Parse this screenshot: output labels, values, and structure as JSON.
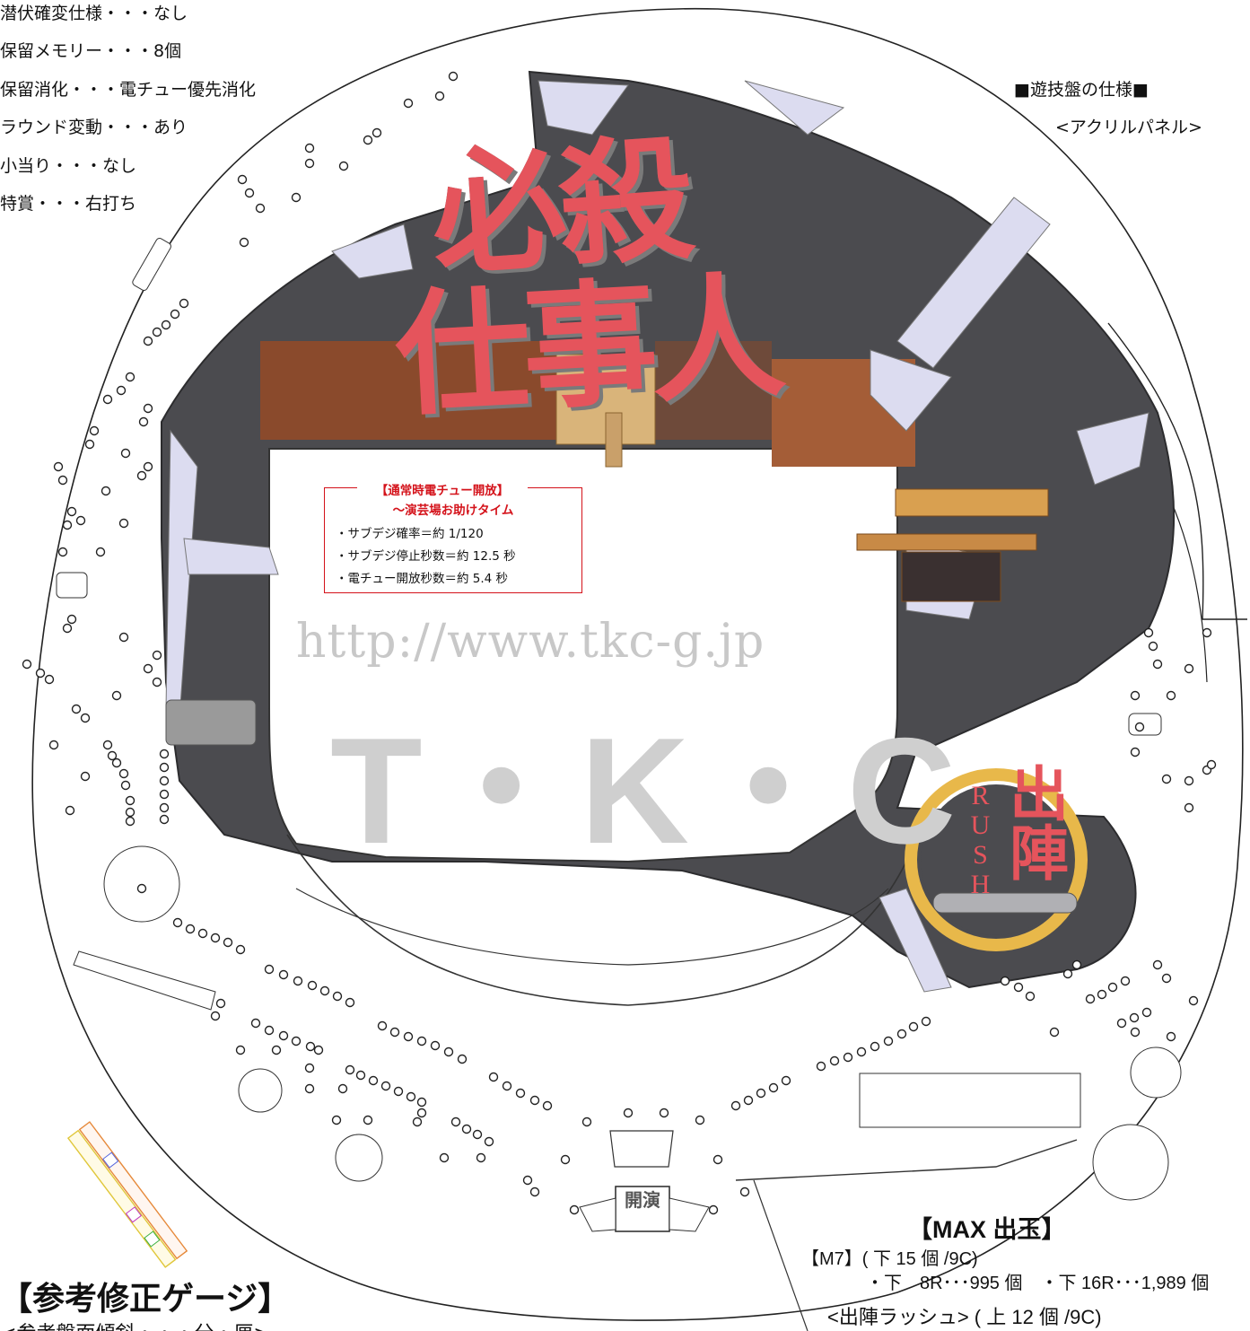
{
  "spec_list": [
    "潜伏確変仕様・・・なし",
    "保留メモリー・・・8個",
    "保留消化・・・電チュー優先消化",
    "ラウンド変動・・・あり",
    "小当り・・・なし",
    "特賞・・・右打ち"
  ],
  "board_spec": {
    "heading": "■遊技盤の仕様■",
    "panel": "<アクリルパネル>"
  },
  "logo": {
    "line1": "必殺",
    "line2": "仕事人"
  },
  "callout": {
    "title": "【通常時電チュー開放】",
    "subtitle": "〜演芸場お助けタイム",
    "items": [
      "・サブデジ確率＝約 1/120",
      "・サブデジ停止秒数＝約 12.5 秒",
      "・電チュー開放秒数＝約 5.4 秒"
    ]
  },
  "watermark": {
    "url": "http://www.tkc-g.jp",
    "brand": "T・K・C"
  },
  "rush_logo": {
    "kanji": "出陣",
    "latin": "RUSH"
  },
  "center_plate": "開演",
  "max_payout": {
    "title": "【MAX 出玉】",
    "m7_label": "【M7】( 下 15 個 /9C)",
    "m7_values": "・下　8R･･･995 個　・下 16R･･･1,989 個",
    "rush_label": "<出陣ラッシュ> ( 上 12 個 /9C)"
  },
  "gauge": {
    "title": "【参考修正ゲージ】",
    "subtitle": "<参考盤面傾斜・・・分・厘>"
  },
  "colors": {
    "logo_red": "#e5545c",
    "frame_dark": "#4b4b4f",
    "accent_gold": "#e8b84a",
    "callout_red": "#d4121a",
    "lilac": "#dcdcf0",
    "brown": "#8a4a2c"
  }
}
